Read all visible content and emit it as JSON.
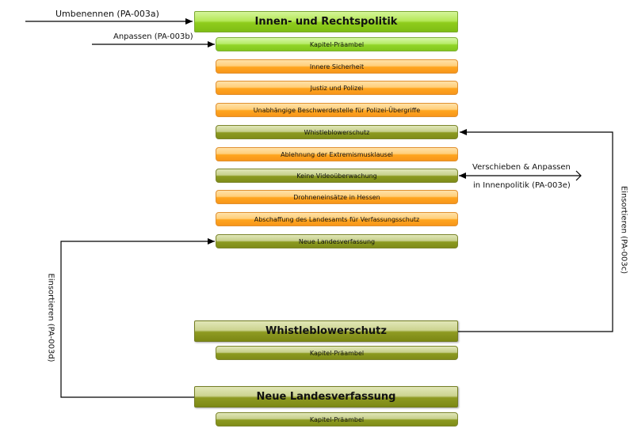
{
  "groups": {
    "main": {
      "title": "Innen- und Rechtspolitik",
      "items": [
        "Kapitel-Präambel",
        "Innere Sicherheit",
        "Justiz und Polizei",
        "Unabhängige Beschwerdestelle für Polizei-Übergriffe",
        "Whistleblowerschutz",
        "Ablehnung der Extremismusklausel",
        "Keine Videoüberwachung",
        "Drohneneinsätze in Hessen",
        "Abschaffung des Landesamts für Verfassungsschutz",
        "Neue Landesverfassung"
      ]
    },
    "whistle": {
      "title": "Whistleblowerschutz",
      "items": [
        "Kapitel-Präambel"
      ]
    },
    "landesverfassung": {
      "title": "Neue Landesverfassung",
      "items": [
        "Kapitel-Präambel"
      ]
    }
  },
  "annotations": {
    "rename": "Umbenennen (PA-003a)",
    "adjust": "Anpassen (PA-003b)",
    "move_line1": "Verschieben & Anpassen",
    "move_line2": "in Innenpolitik (PA-003e)",
    "sort_c": "Einsortieren (PA-003c)",
    "sort_d": "Einsortieren (PA-003d)"
  },
  "colors": {
    "green": "#8fcc1c",
    "orange": "#ffa51f",
    "olive": "#8c9a20"
  }
}
